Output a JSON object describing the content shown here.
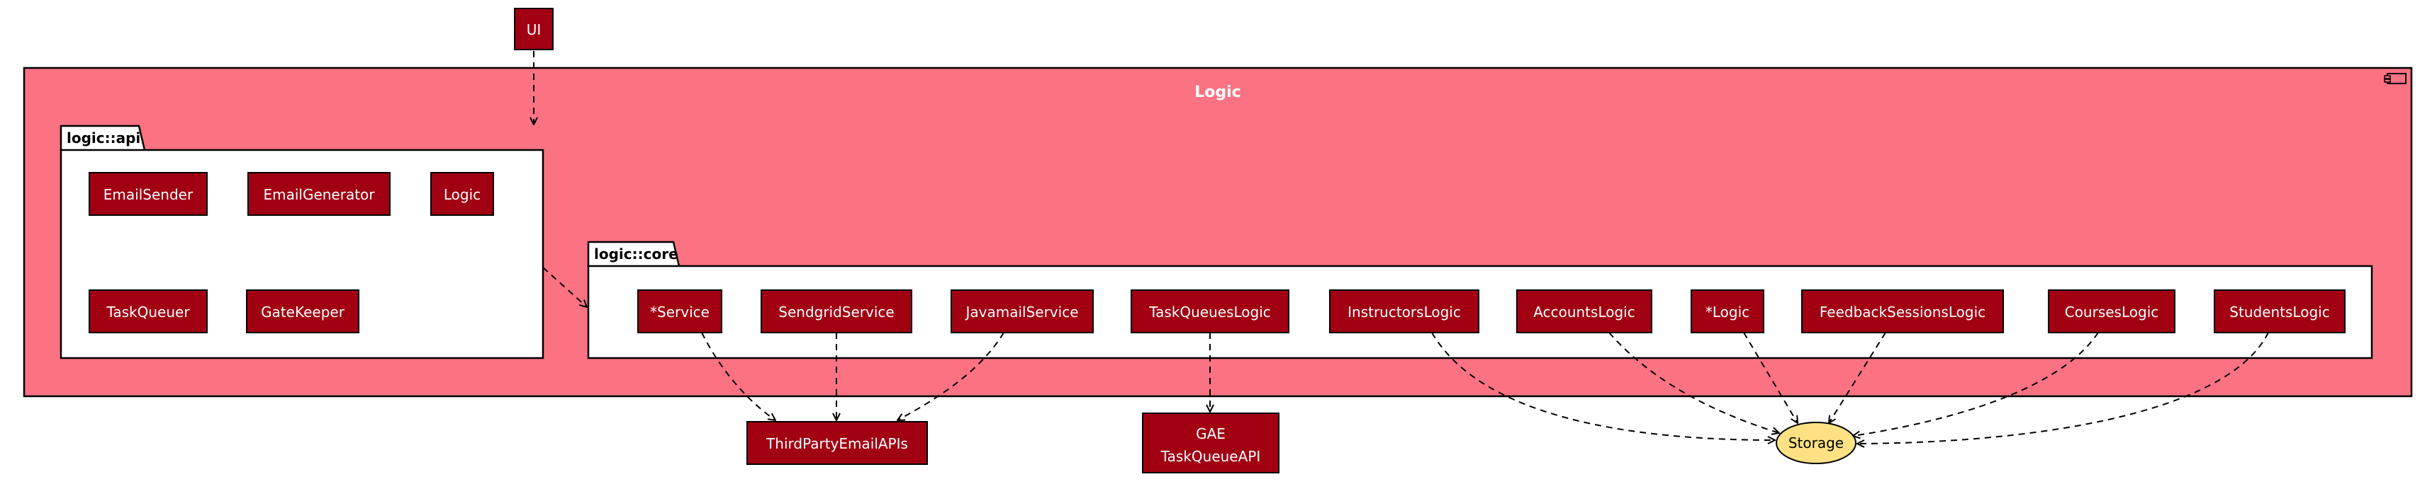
{
  "diagram": {
    "external_top": {
      "label": "UI"
    },
    "component": {
      "title": "Logic"
    },
    "packages": {
      "api": {
        "title": "logic::api",
        "classes": [
          "EmailSender",
          "EmailGenerator",
          "Logic",
          "TaskQueuer",
          "GateKeeper"
        ]
      },
      "core": {
        "title": "logic::core",
        "classes": [
          "*Service",
          "SendgridService",
          "JavamailService",
          "TaskQueuesLogic",
          "InstructorsLogic",
          "AccountsLogic",
          "*Logic",
          "FeedbackSessionsLogic",
          "CoursesLogic",
          "StudentsLogic"
        ]
      }
    },
    "externals_bottom": {
      "email_apis": "ThirdPartyEmailAPIs",
      "gae_line1": "GAE",
      "gae_line2": "TaskQueueAPI",
      "storage": "Storage"
    },
    "colors": {
      "component_fill": "#fb7283",
      "box_fill": "#a10013",
      "box_text": "#ffffff",
      "storage_fill": "#fde183",
      "line": "#000000"
    }
  }
}
